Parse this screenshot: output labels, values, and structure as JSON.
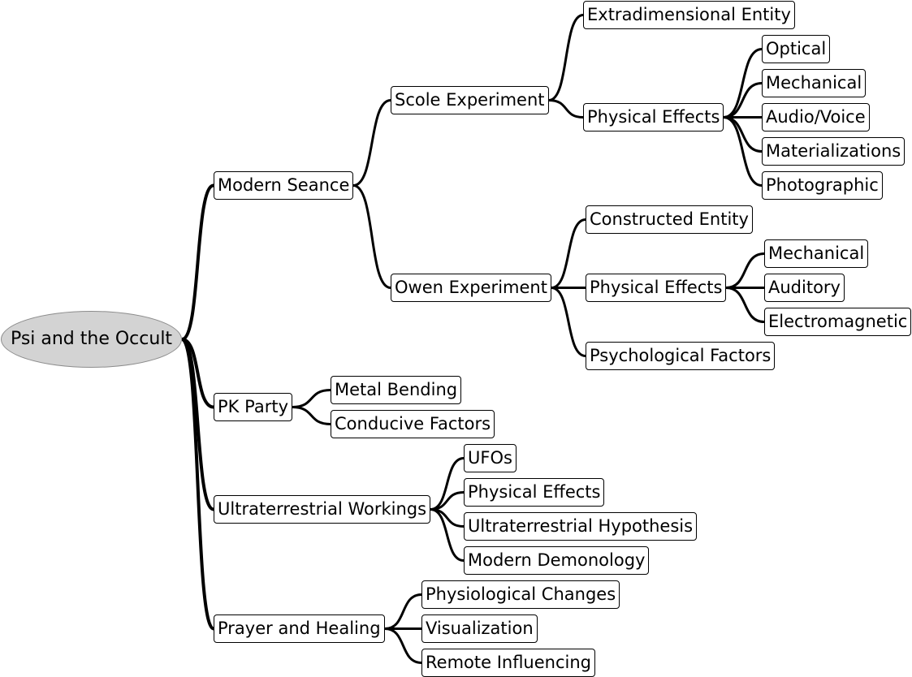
{
  "mindmap": {
    "root": {
      "label": "Psi and the Occult",
      "children": [
        {
          "label": "Modern Seance",
          "children": [
            {
              "label": "Scole Experiment",
              "children": [
                {
                  "label": "Extradimensional Entity"
                },
                {
                  "label": "Physical Effects",
                  "children": [
                    {
                      "label": "Optical"
                    },
                    {
                      "label": "Mechanical"
                    },
                    {
                      "label": "Audio/Voice"
                    },
                    {
                      "label": "Materializations"
                    },
                    {
                      "label": "Photographic"
                    }
                  ]
                }
              ]
            },
            {
              "label": "Owen Experiment",
              "children": [
                {
                  "label": "Constructed Entity"
                },
                {
                  "label": "Physical Effects",
                  "children": [
                    {
                      "label": "Mechanical"
                    },
                    {
                      "label": "Auditory"
                    },
                    {
                      "label": "Electromagnetic"
                    }
                  ]
                },
                {
                  "label": "Psychological Factors"
                }
              ]
            }
          ]
        },
        {
          "label": "PK Party",
          "children": [
            {
              "label": "Metal Bending"
            },
            {
              "label": "Conducive Factors"
            }
          ]
        },
        {
          "label": "Ultraterrestrial Workings",
          "children": [
            {
              "label": "UFOs"
            },
            {
              "label": "Physical Effects"
            },
            {
              "label": "Ultraterrestrial Hypothesis"
            },
            {
              "label": "Modern Demonology"
            }
          ]
        },
        {
          "label": "Prayer and Healing",
          "children": [
            {
              "label": "Physiological Changes"
            },
            {
              "label": "Visualization"
            },
            {
              "label": "Remote Influencing"
            }
          ]
        }
      ]
    }
  }
}
